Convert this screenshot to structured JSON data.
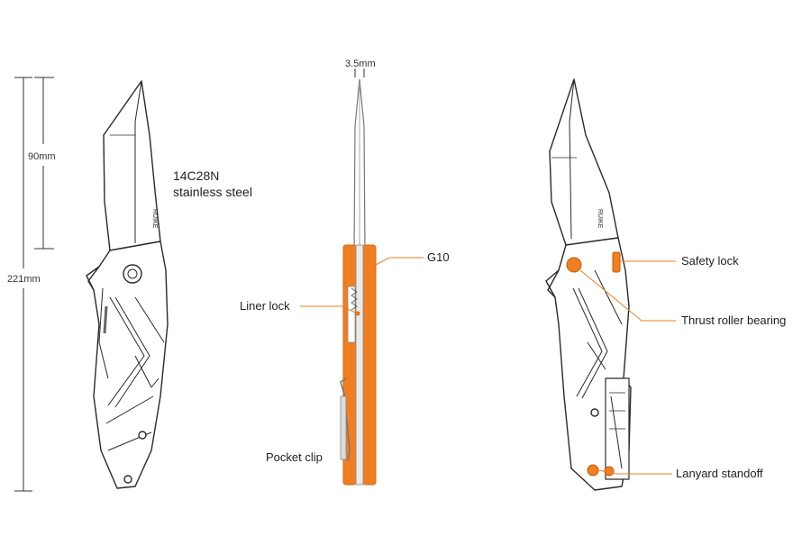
{
  "colors": {
    "accent": "#f07f22",
    "line": "#2a2a2a",
    "steel_fill": "#ffffff",
    "steel_edge": "#9a9a9a"
  },
  "dimensions": {
    "overall_length": "221mm",
    "blade_length": "90mm",
    "blade_thickness": "3.5mm"
  },
  "left_view": {
    "material_line1": "14C28N",
    "material_line2": "stainless steel",
    "logo": "RUIKE"
  },
  "middle_view": {
    "handle_label": "G10",
    "liner_lock_label": "Liner lock",
    "pocket_clip_label": "Pocket clip"
  },
  "right_view": {
    "safety_lock_label": "Safety lock",
    "thrust_bearing_label": "Thrust roller bearing",
    "lanyard_label": "Lanyard standoff",
    "logo": "RUIKE"
  }
}
